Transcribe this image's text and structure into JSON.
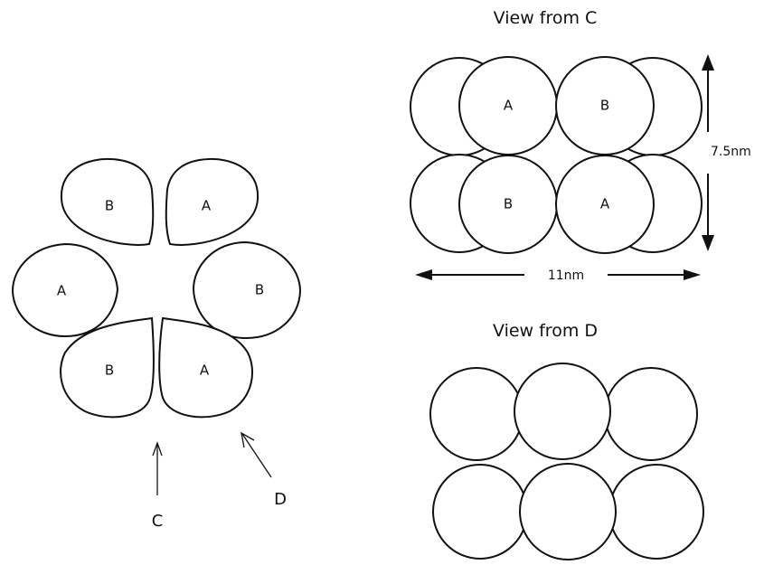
{
  "hexamer": {
    "subunits": [
      "B",
      "A",
      "B",
      "A",
      "B",
      "A"
    ],
    "view_c_label": "C",
    "view_d_label": "D"
  },
  "view_c": {
    "title": "View from C",
    "top_row": [
      "A",
      "B"
    ],
    "bottom_row": [
      "B",
      "A"
    ],
    "height_label": "7.5nm",
    "width_label": "11nm"
  },
  "view_d": {
    "title": "View from D"
  }
}
